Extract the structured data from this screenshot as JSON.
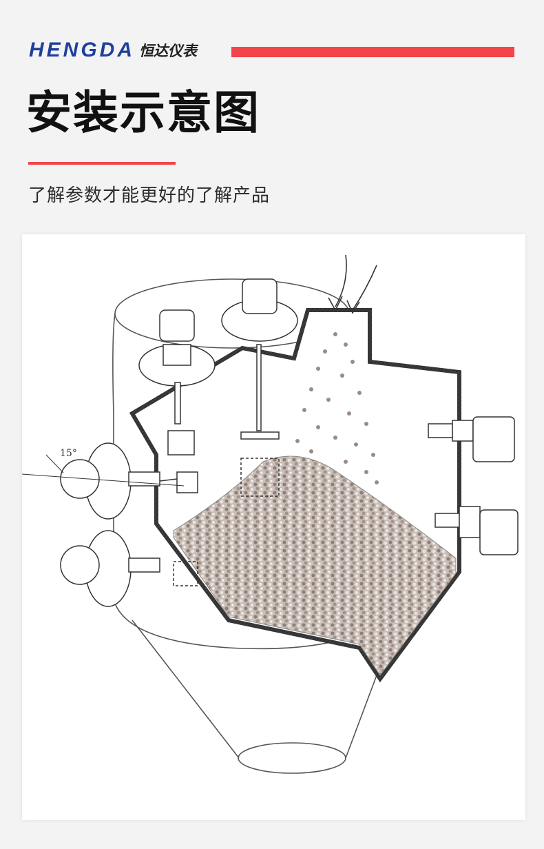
{
  "header": {
    "brand_en": "HENGDA",
    "brand_cn": "恒达仪表",
    "title": "安装示意图",
    "subtitle": "了解参数才能更好的了解产品"
  },
  "diagram": {
    "angle_label": "15°"
  },
  "colors": {
    "brand_blue": "#1f3f9c",
    "accent_red": "#f2444a",
    "material": "#b9aca4"
  }
}
